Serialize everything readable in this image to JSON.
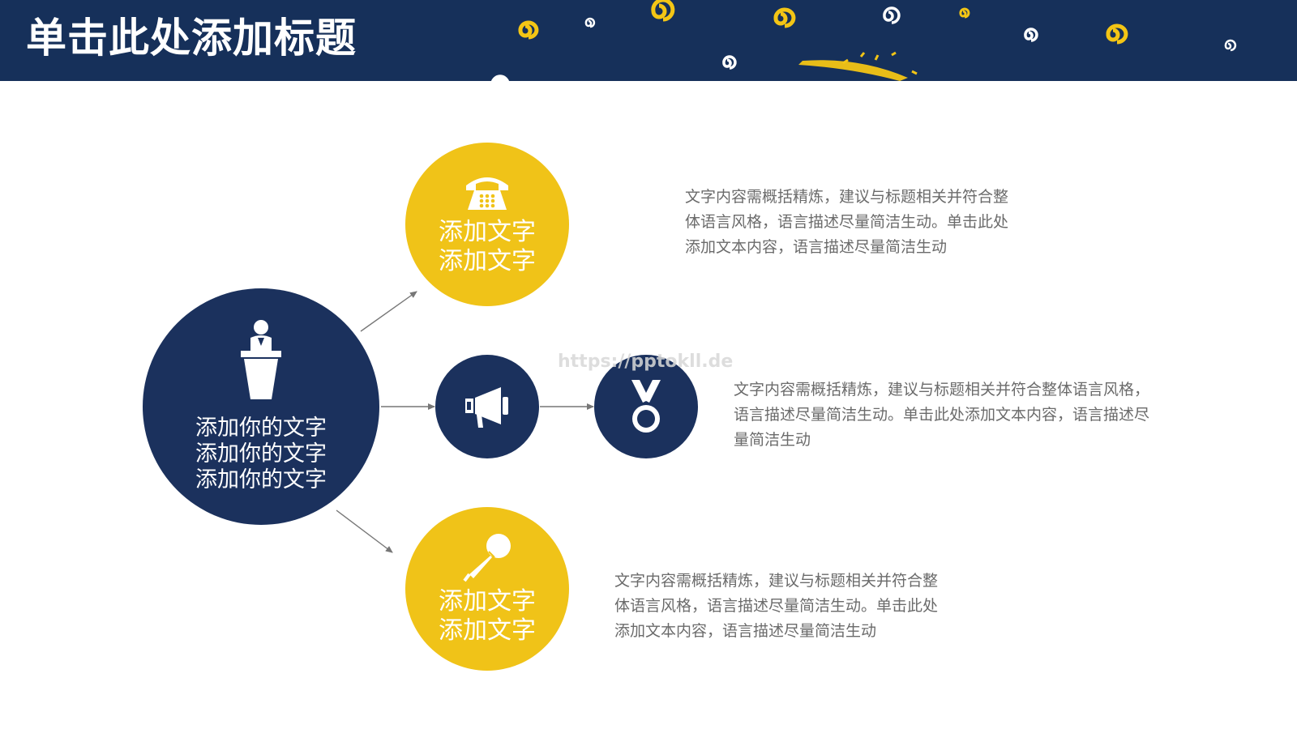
{
  "header": {
    "title": "单击此处添加标题",
    "background_color": "#16305a",
    "decoration": "swirl-stars"
  },
  "diagram": {
    "center_node": {
      "lines": [
        "添加你的文字",
        "添加你的文字",
        "添加你的文字"
      ],
      "icon": "podium-speaker-icon",
      "color": "#1b315d"
    },
    "top_node": {
      "lines": [
        "添加文字",
        "添加文字"
      ],
      "icon": "telephone-icon",
      "color": "#f0c318",
      "description": [
        "文字内容需概括精炼，建议与标题相关并符合整",
        "体语言风格，语言描述尽量简洁生动。单击此处",
        "添加文本内容，语言描述尽量简洁生动"
      ]
    },
    "middle_nodes": [
      {
        "icon": "megaphone-icon",
        "color": "#1b315d"
      },
      {
        "icon": "medal-icon",
        "color": "#1b315d"
      }
    ],
    "middle_description": [
      "文字内容需概括精炼，建议与标题相关并符合整体语言风格，",
      "语言描述尽量简洁生动。单击此处添加文本内容，语言描述尽",
      "量简洁生动"
    ],
    "bottom_node": {
      "lines": [
        "添加文字",
        "添加文字"
      ],
      "icon": "microphone-icon",
      "color": "#f0c318",
      "description": [
        "文字内容需概括精炼，建议与标题相关并符合整",
        "体语言风格，语言描述尽量简洁生动。单击此处",
        "添加文本内容，语言描述尽量简洁生动"
      ]
    },
    "arrow_color": "#777777"
  },
  "watermark": "https://pptokll.de"
}
